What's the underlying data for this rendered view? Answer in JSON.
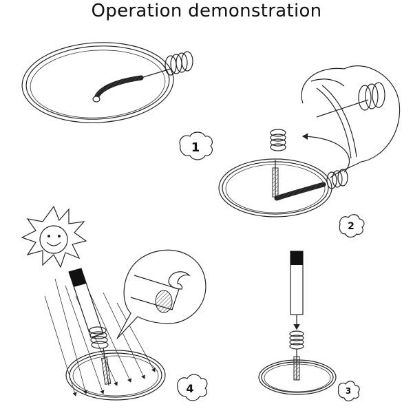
{
  "title": "Operation demonstration",
  "steps": [
    {
      "label": "1"
    },
    {
      "label": "2"
    },
    {
      "label": "3"
    },
    {
      "label": "4"
    }
  ],
  "colors": {
    "line": "#222222",
    "background": "#ffffff"
  },
  "icons": [
    "ring-icon",
    "spring-icon",
    "sun-icon",
    "stick-icon",
    "magnifier-icon",
    "arrow-icon"
  ]
}
